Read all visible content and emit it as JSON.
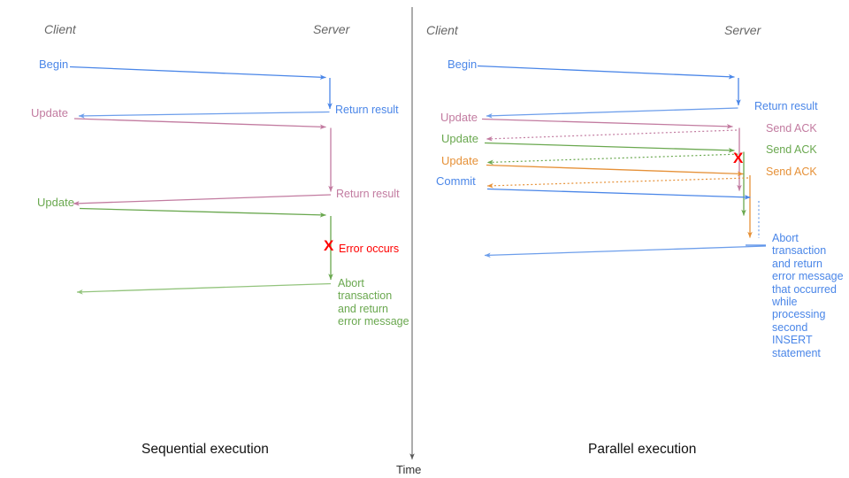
{
  "colors": {
    "blue": "#4a86e8",
    "blue_light": "#6d9eeb",
    "pink": "#c27ba0",
    "green": "#6aa84f",
    "green_light": "#93c47d",
    "orange": "#e69138",
    "red": "#ff0000",
    "axis": "#595959",
    "header": "#666666",
    "title": "#111111",
    "time": "#333333"
  },
  "time_axis": {
    "label": "Time"
  },
  "left": {
    "title": "Sequential execution",
    "client_header": "Client",
    "server_header": "Server",
    "begin": "Begin",
    "update1": "Update",
    "update2": "Update",
    "return1": "Return result",
    "return2": "Return result",
    "error_x": "X",
    "error": "Error occurs",
    "abort_lines": [
      "Abort",
      "transaction",
      "and return",
      "error message"
    ]
  },
  "right": {
    "title": "Parallel execution",
    "client_header": "Client",
    "server_header": "Server",
    "begin": "Begin",
    "update1": "Update",
    "update2": "Update",
    "update3": "Update",
    "commit": "Commit",
    "return1": "Return result",
    "ack1": "Send ACK",
    "ack2": "Send ACK",
    "ack3": "Send ACK",
    "error_x": "X",
    "abort_lines": [
      "Abort",
      "transaction",
      "and return",
      "error message",
      "that occurred",
      "while",
      "processing",
      "second",
      "INSERT",
      "statement"
    ]
  }
}
